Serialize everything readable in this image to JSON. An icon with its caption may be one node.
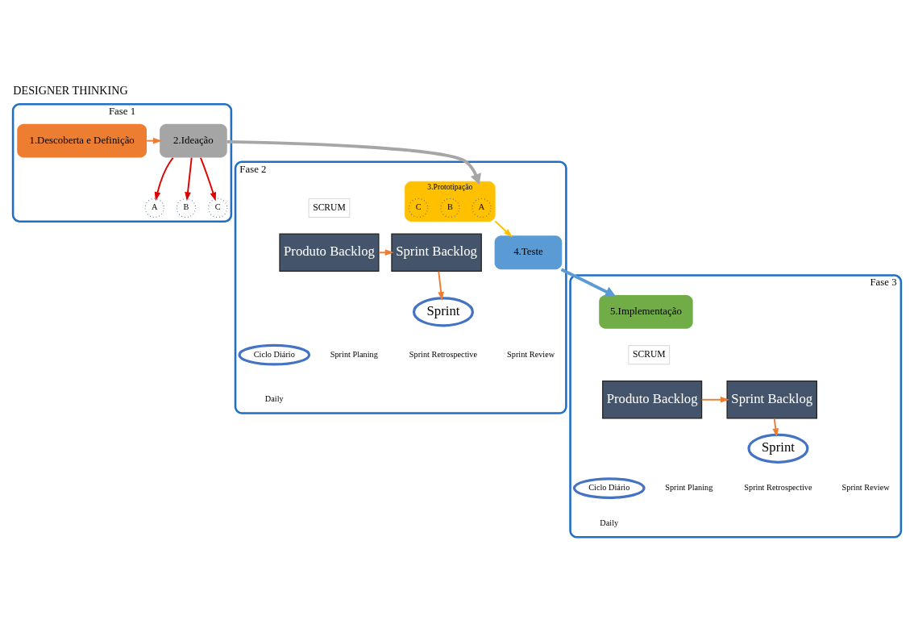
{
  "diagram": {
    "title": "DESIGNER THINKING",
    "nodes": [
      {
        "text": [
          "Fase 1"
        ]
      },
      {
        "text": [
          "1.Descoberta e Definição"
        ],
        "in": 0
      },
      {
        "text": [
          "2.Ideação"
        ],
        "in": 0
      },
      {
        "text": [
          "A"
        ],
        "in": 0
      },
      {
        "text": [
          "B"
        ],
        "in": 0
      },
      {
        "text": [
          "C"
        ],
        "in": 0
      },
      {
        "text": [
          "Fase 2"
        ]
      },
      {
        "text": [
          "3.Prototipação"
        ],
        "in": 6
      },
      {
        "text": [
          "A"
        ],
        "in": 7
      },
      {
        "text": [
          "B"
        ],
        "in": 7
      },
      {
        "text": [
          "C"
        ],
        "in": 7
      },
      {
        "text": [
          "4.Teste"
        ],
        "in": 6
      },
      {
        "text": [
          "SCRUM"
        ],
        "in": 6
      },
      {
        "text": [
          "Produto Backlog"
        ],
        "in": 6
      },
      {
        "text": [
          "Sprint Backlog"
        ],
        "in": 6
      },
      {
        "text": [
          "Sprint"
        ],
        "in": 6
      },
      {
        "text": [
          "Ciclo Diário"
        ],
        "in": 6
      },
      {
        "text": [
          "Fase 3"
        ]
      },
      {
        "text": [
          "5.Implementação"
        ],
        "in": 17
      },
      {
        "text": [
          "SCRUM"
        ],
        "in": 17
      },
      {
        "text": [
          "Produto Backlog"
        ],
        "in": 17
      },
      {
        "text": [
          "Sprint Backlog"
        ],
        "in": 17
      },
      {
        "text": [
          "Sprint"
        ],
        "in": 17
      },
      {
        "text": [
          "Ciclo Diário"
        ],
        "in": 17
      }
    ],
    "edges": [
      {
        "from": 1,
        "to": 2,
        "arrow": "to"
      },
      {
        "from": 2,
        "to": 3,
        "arrow": "to",
        "color": "#e00000"
      },
      {
        "from": 2,
        "to": 4,
        "arrow": "to",
        "color": "#e00000"
      },
      {
        "from": 2,
        "to": 5,
        "arrow": "to",
        "color": "#e00000"
      },
      {
        "from": 2,
        "to": 7,
        "arrow": "to",
        "style": "thick",
        "color": "#a6a6a6"
      },
      {
        "from": 7,
        "to": 11,
        "arrow": "to",
        "color": "#ffc000"
      },
      {
        "from": 11,
        "to": 18,
        "arrow": "to",
        "style": "thick",
        "color": "#5b9bd5"
      },
      {
        "from": 13,
        "to": 14,
        "arrow": "to"
      },
      {
        "from": 14,
        "to": 15,
        "arrow": "to"
      },
      {
        "from": 20,
        "to": 21,
        "arrow": "to"
      },
      {
        "from": 21,
        "to": 22,
        "arrow": "to"
      }
    ],
    "labels": [
      "Daily",
      "Sprint Planing",
      "Sprint Retrospective",
      "Sprint Review",
      "Daily",
      "Sprint Planing",
      "Sprint Retrospective",
      "Sprint Review"
    ]
  }
}
